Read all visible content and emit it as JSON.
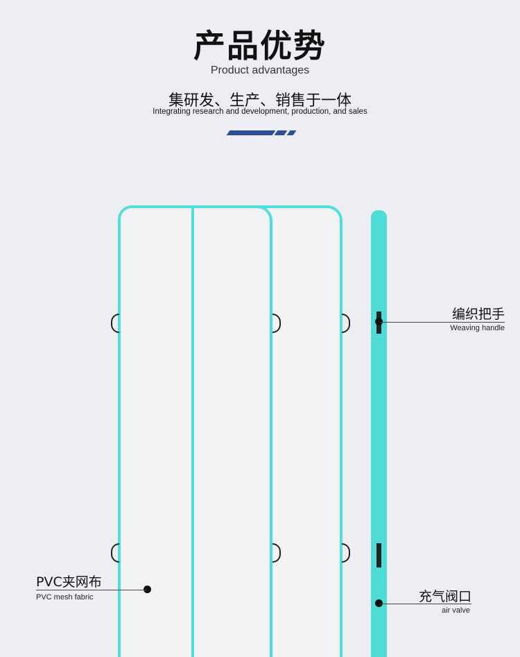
{
  "header": {
    "title": "产品优势",
    "title_en": "Product advantages",
    "subtitle": "集研发、生产、销售于一体",
    "subtitle_en": "Integrating research and development, production, and sales"
  },
  "labels": {
    "handle": {
      "cn": "编织把手",
      "en": "Weaving handle"
    },
    "fabric": {
      "cn": "PVC夹网布",
      "en": "PVC mesh fabric"
    },
    "valve": {
      "cn": "充气阀口",
      "en": "air valve"
    }
  },
  "colors": {
    "accent": "#2a4f95",
    "mat_border": "#4fe0dc",
    "background": "#eceef3"
  }
}
